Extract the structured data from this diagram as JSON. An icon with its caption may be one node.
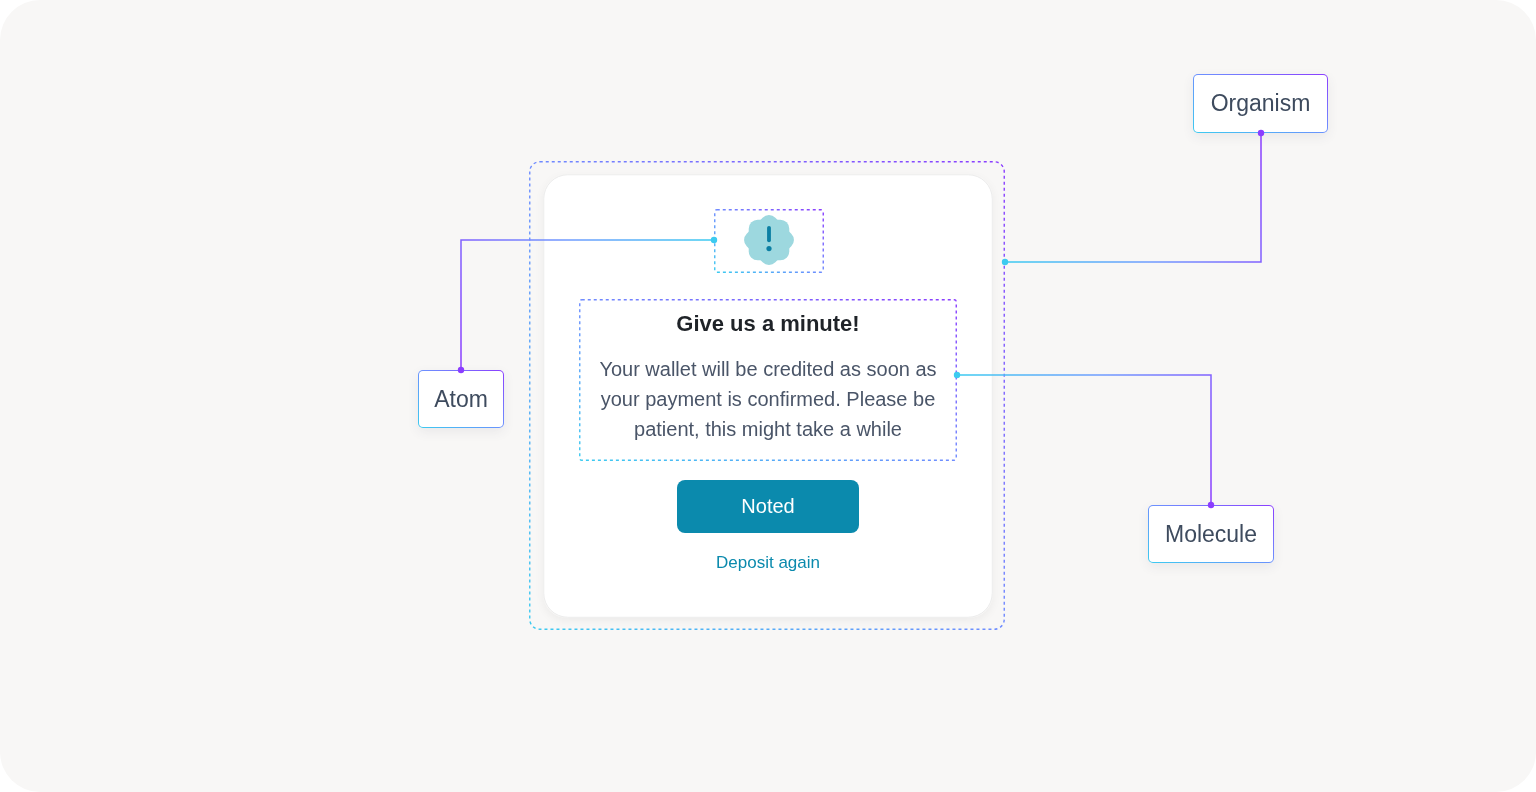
{
  "diagram": {
    "nodes": [
      {
        "text": [
          "Organism"
        ]
      },
      {
        "text": [],
        "shape": "box"
      },
      {
        "text": [],
        "shape": "box",
        "in": 1
      },
      {
        "text": [],
        "shape": "box",
        "in": 2
      },
      {
        "text": [
          "Give us a minute!",
          "Your wallet will be credited as soon as your payment is confirmed. Please be patient, this might take a while"
        ],
        "in": 2
      },
      {
        "text": [
          "Noted"
        ],
        "in": 2
      },
      {
        "text": [
          "Atom"
        ]
      },
      {
        "text": [
          "Molecule"
        ]
      }
    ],
    "edges": [
      {
        "from": 0,
        "to": 1,
        "arrow": "other"
      },
      {
        "from": 6,
        "to": 3,
        "arrow": "other"
      },
      {
        "from": 7,
        "to": 4,
        "arrow": "other"
      }
    ],
    "labels": [
      "Deposit again"
    ]
  }
}
